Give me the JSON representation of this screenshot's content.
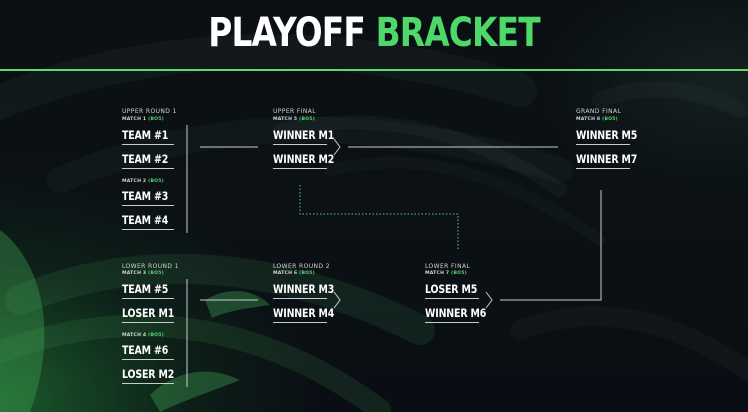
{
  "title": {
    "part1": "PLAYOFF",
    "part2": "BRACKET"
  },
  "colors": {
    "accent": "#4fd86a",
    "text": "#ffffff",
    "line": "#c7ccd0",
    "background": "#0a0e14"
  },
  "rounds": {
    "upper_round_1": {
      "label": "UPPER ROUND 1",
      "matches": [
        {
          "label": "MATCH 1",
          "bo": "(BO5)",
          "slots": [
            "TEAM #1",
            "TEAM #2"
          ]
        },
        {
          "label": "MATCH 2",
          "bo": "(BO5)",
          "slots": [
            "TEAM #3",
            "TEAM #4"
          ]
        }
      ]
    },
    "upper_final": {
      "label": "UPPER FINAL",
      "matches": [
        {
          "label": "MATCH 5",
          "bo": "(BO5)",
          "slots": [
            "WINNER M1",
            "WINNER M2"
          ]
        }
      ]
    },
    "grand_final": {
      "label": "GRAND FINAL",
      "matches": [
        {
          "label": "MATCH 8",
          "bo": "(BO5)",
          "slots": [
            "WINNER M5",
            "WINNER M7"
          ]
        }
      ]
    },
    "lower_round_1": {
      "label": "LOWER ROUND 1",
      "matches": [
        {
          "label": "MATCH 3",
          "bo": "(BO5)",
          "slots": [
            "TEAM #5",
            "LOSER M1"
          ]
        },
        {
          "label": "MATCH 4",
          "bo": "(BO5)",
          "slots": [
            "TEAM #6",
            "LOSER M2"
          ]
        }
      ]
    },
    "lower_round_2": {
      "label": "LOWER ROUND 2",
      "matches": [
        {
          "label": "MATCH 6",
          "bo": "(BO5)",
          "slots": [
            "WINNER M3",
            "WINNER M4"
          ]
        }
      ]
    },
    "lower_final": {
      "label": "LOWER FINAL",
      "matches": [
        {
          "label": "MATCH 7",
          "bo": "(BO5)",
          "slots": [
            "LOSER M5",
            "WINNER M6"
          ]
        }
      ]
    }
  }
}
